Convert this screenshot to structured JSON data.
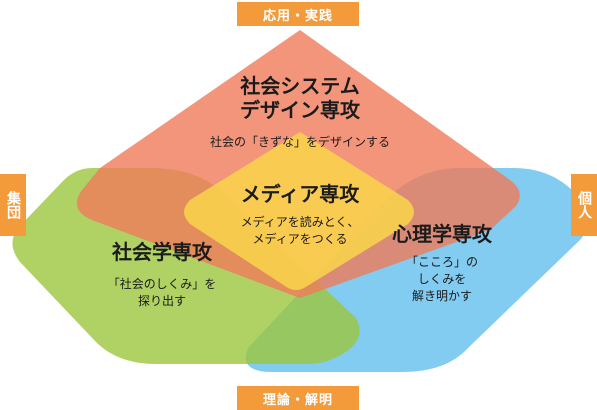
{
  "axes": {
    "top": "応用・実践",
    "bottom": "理論・解明",
    "left": "集団",
    "right": "個人"
  },
  "courses": {
    "design": {
      "title_line1": "社会システム",
      "title_line2": "デザイン専攻",
      "subtitle": "社会の「きずな」をデザインする",
      "color": "#f07a5a"
    },
    "media": {
      "title": "メディア専攻",
      "subtitle_line1": "メディアを読みとく、",
      "subtitle_line2": "メディアをつくる",
      "color": "#f9d54a"
    },
    "sociology": {
      "title": "社会学専攻",
      "subtitle_line1": "「社会のしくみ」を",
      "subtitle_line2": "探り出す",
      "color": "#9cc63c"
    },
    "psychology": {
      "title": "心理学専攻",
      "subtitle_line1": "「こころ」の",
      "subtitle_line2": "しくみを",
      "subtitle_line3": "解き明かす",
      "color": "#6cc2ee"
    }
  }
}
